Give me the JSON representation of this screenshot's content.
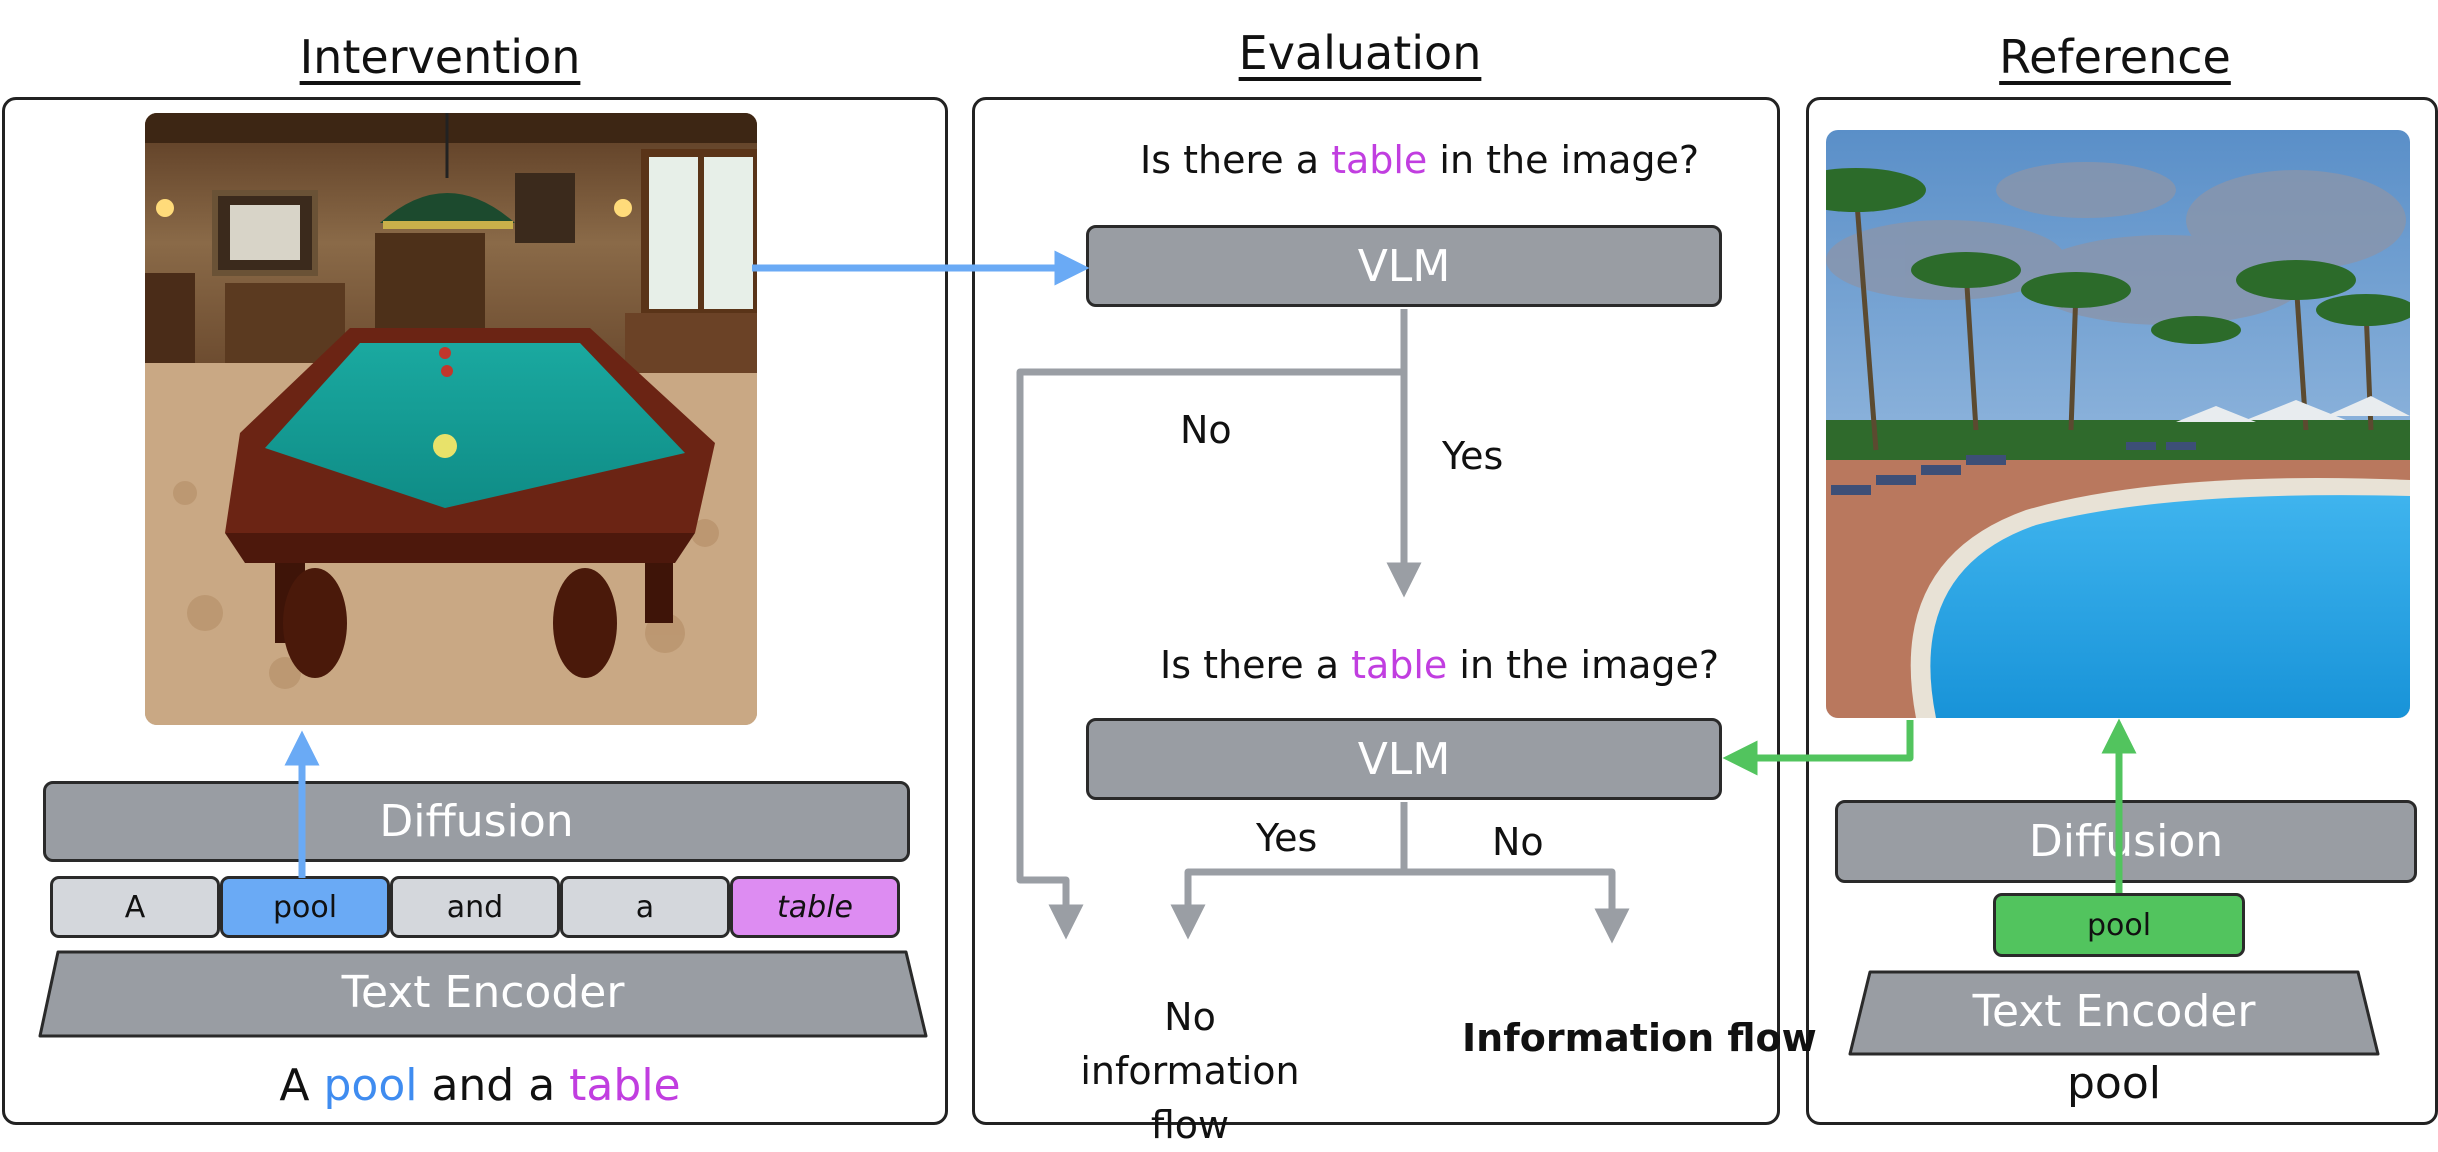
{
  "headings": {
    "intervention": "Intervention",
    "evaluation": "Evaluation",
    "reference": "Reference"
  },
  "intervention": {
    "diffusion_label": "Diffusion",
    "tokens": [
      "A",
      "pool",
      "and",
      "a",
      "table"
    ],
    "text_encoder_label": "Text Encoder",
    "prompt": {
      "part1": "A ",
      "word1": "pool",
      "part2": " and a ",
      "word2": "table"
    }
  },
  "evaluation": {
    "question1": {
      "pre": "Is there a ",
      "keyword": "table",
      "post": " in the image?"
    },
    "vlm1_label": "VLM",
    "branch1_no": "No",
    "branch1_yes": "Yes",
    "question2": {
      "pre": "Is there a ",
      "keyword": "table",
      "post": " in the image?"
    },
    "vlm2_label": "VLM",
    "branch2_yes": "Yes",
    "branch2_no": "No",
    "outcome_no_flow_line1": "No information",
    "outcome_no_flow_line2": "flow",
    "outcome_flow": "Information flow"
  },
  "reference": {
    "diffusion_label": "Diffusion",
    "token": "pool",
    "text_encoder_label": "Text Encoder",
    "prompt": "pool"
  },
  "colors": {
    "pool_blue": "#3f8cf0",
    "table_purple": "#c13ee0",
    "token_blue_fill": "#6aaaf5",
    "token_purple_fill": "#dd8cf2",
    "token_green_fill": "#52c45e",
    "token_gray_fill": "#d4d7dc",
    "box_gray": "#999da3",
    "arrow_gray": "#9a9ea4",
    "arrow_blue": "#6aaaf5",
    "arrow_green": "#52c45e"
  }
}
